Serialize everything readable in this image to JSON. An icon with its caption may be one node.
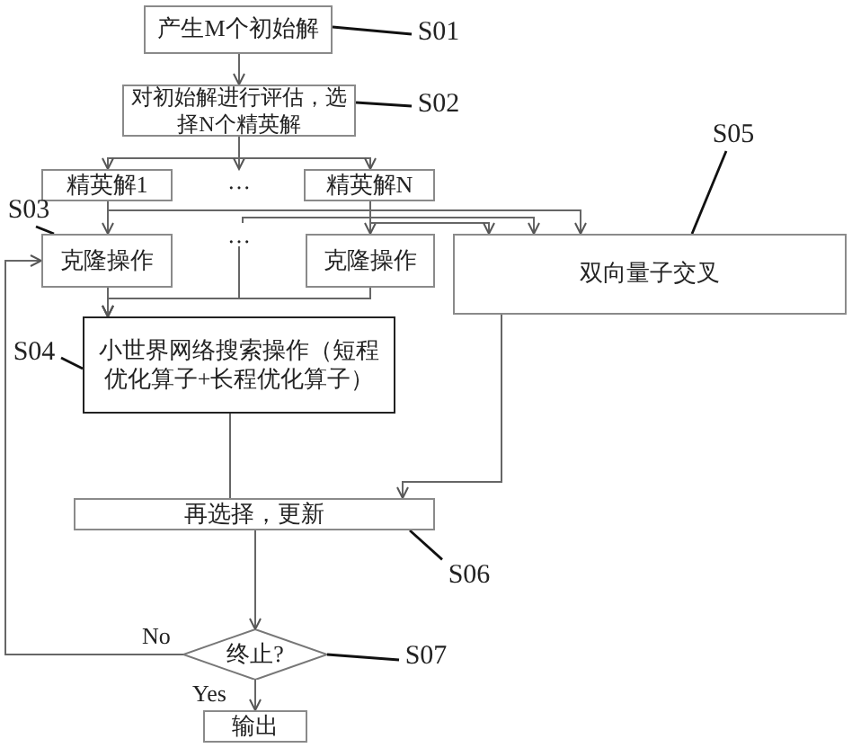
{
  "diagram": {
    "nodes": [
      {
        "text": [
          "产生M个初始解"
        ]
      },
      {
        "text": [
          "对初始解进行评估，选择N个精英解"
        ]
      },
      {
        "text": [
          "精英解1"
        ]
      },
      {
        "text": [
          "精英解N"
        ]
      },
      {
        "text": [
          "克隆操作"
        ]
      },
      {
        "text": [
          "克隆操作"
        ]
      },
      {
        "text": [
          "双向量子交叉"
        ]
      },
      {
        "text": [
          "小世界网络搜索操作（短程优化算子+长程优化算子）"
        ]
      },
      {
        "text": [
          "再选择，更新"
        ]
      },
      {
        "text": [
          "终止?"
        ]
      },
      {
        "text": [
          "输出"
        ]
      },
      {
        "text": [
          "S01"
        ]
      },
      {
        "text": [
          "S02"
        ]
      },
      {
        "text": [
          "S03"
        ]
      },
      {
        "text": [
          "S04"
        ]
      },
      {
        "text": [
          "S05"
        ]
      },
      {
        "text": [
          "S06"
        ]
      },
      {
        "text": [
          "S07"
        ]
      },
      {
        "text": [
          "…"
        ]
      },
      {
        "text": [
          "…"
        ]
      }
    ],
    "edges": [
      {
        "from": 0,
        "to": 1,
        "arrow": "to"
      },
      {
        "from": 1,
        "to": 2,
        "arrow": "to"
      },
      {
        "from": 1,
        "to": 18,
        "arrow": "to"
      },
      {
        "from": 1,
        "to": 3,
        "arrow": "to"
      },
      {
        "from": 2,
        "to": 4,
        "arrow": "to"
      },
      {
        "from": 2,
        "to": 6,
        "arrow": "to"
      },
      {
        "from": 19,
        "to": 6,
        "arrow": "to"
      },
      {
        "from": 3,
        "to": 5,
        "arrow": "to"
      },
      {
        "from": 3,
        "to": 6,
        "arrow": "to"
      },
      {
        "from": 4,
        "to": 7,
        "arrow": "to"
      },
      {
        "from": 5,
        "to": 7,
        "arrow": "to"
      },
      {
        "from": 19,
        "to": 7,
        "arrow": "to"
      },
      {
        "from": 7,
        "to": 8,
        "arrow": "none"
      },
      {
        "from": 6,
        "to": 8,
        "arrow": "to"
      },
      {
        "from": 8,
        "to": 9,
        "arrow": "to"
      },
      {
        "from": 9,
        "to": 4,
        "arrow": "to",
        "label": "No"
      },
      {
        "from": 9,
        "to": 10,
        "arrow": "to",
        "label": "Yes"
      },
      {
        "from": 11,
        "to": 0,
        "arrow": "none"
      },
      {
        "from": 12,
        "to": 1,
        "arrow": "none"
      },
      {
        "from": 13,
        "to": 4,
        "arrow": "none"
      },
      {
        "from": 14,
        "to": 7,
        "arrow": "none"
      },
      {
        "from": 15,
        "to": 6,
        "arrow": "none"
      },
      {
        "from": 16,
        "to": 8,
        "arrow": "none"
      },
      {
        "from": 17,
        "to": 9,
        "arrow": "none"
      }
    ]
  }
}
